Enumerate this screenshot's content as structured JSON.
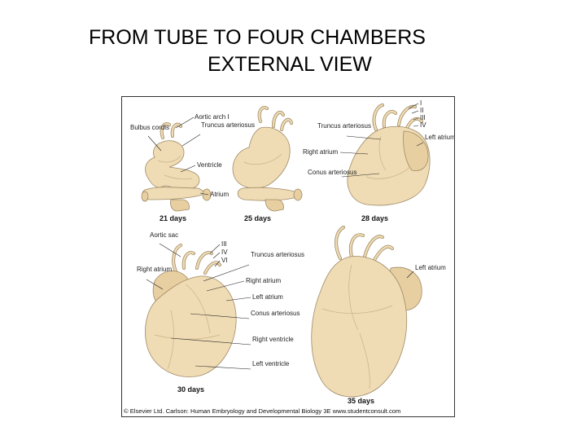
{
  "title": {
    "line1": "FROM TUBE TO FOUR CHAMBERS",
    "line2": "EXTERNAL VIEW"
  },
  "figure": {
    "panels": [
      {
        "day": "21 days",
        "labels": [
          "Aortic arch I",
          "Bulbus cordis",
          "Truncus arteriosus",
          "Ventricle",
          "Atrium"
        ]
      },
      {
        "day": "25 days",
        "labels": []
      },
      {
        "day": "28 days",
        "labels": [
          "I",
          "II",
          "III",
          "IV",
          "Truncus arteriosus",
          "Left atrium",
          "Right atrium",
          "Conus arteriosus"
        ]
      },
      {
        "day": "30 days",
        "labels": [
          "Aortic sac",
          "III",
          "IV",
          "VI",
          "Right atrium",
          "Truncus arteriosus",
          "Right atrium",
          "Left atrium",
          "Conus arteriosus",
          "Right ventricle",
          "Left ventricle"
        ]
      },
      {
        "day": "35 days",
        "labels": [
          "Left atrium"
        ]
      }
    ],
    "credit": "© Elsevier Ltd. Carlson: Human Embryology and Developmental Biology 3E www.studentconsult.com"
  }
}
